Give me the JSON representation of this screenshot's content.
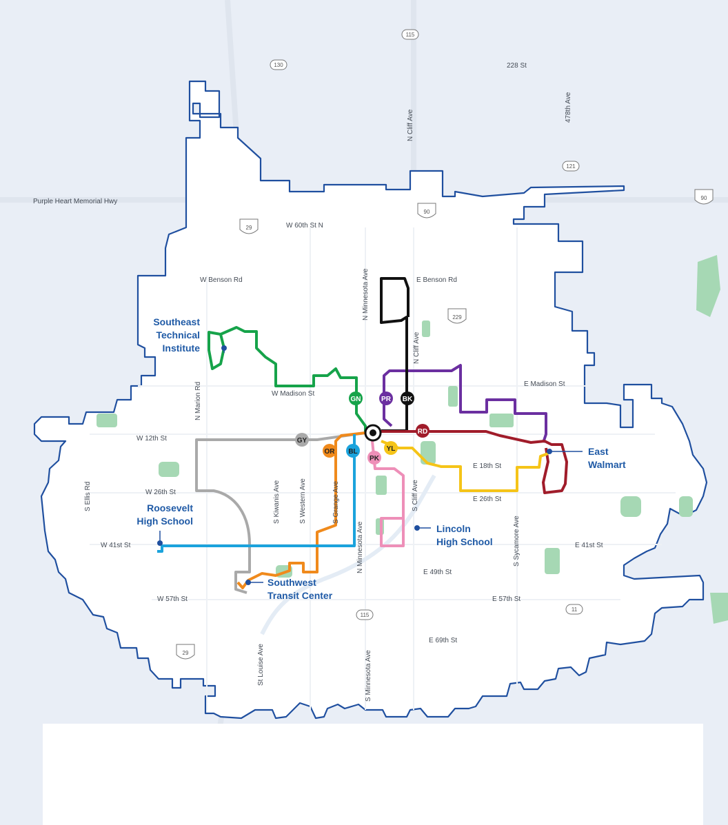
{
  "roads": {
    "purple_heart": "Purple Heart Memorial Hwy",
    "w60": "W 60th St N",
    "w_benson": "W Benson Rd",
    "e_benson": "E Benson Rd",
    "st228": "228 St",
    "ave478": "478th Ave",
    "n_cliff_top": "N Cliff Ave",
    "n_minnesota": "N Minnesota Ave",
    "n_cliff_mid": "N Cliff Ave",
    "n_marion": "N Marion Rd",
    "w_madison": "W Madison St",
    "e_madison": "E Madison St",
    "w12": "W 12th St",
    "e18": "E 18th St",
    "w26": "W 26th St",
    "e26": "E 26th St",
    "s_ellis": "S Ellis Rd",
    "s_kiwanis": "S Kiwanis Ave",
    "s_western": "S Western Ave",
    "s_grange": "S Grange Ave",
    "s_cliff": "S Cliff Ave",
    "s_sycamore": "S Sycamore Ave",
    "w41": "W 41st St",
    "e41": "E 41st St",
    "e49": "E 49th St",
    "w57": "W 57th St",
    "e57": "E 57th St",
    "e69": "E 69th St",
    "st_louise": "St Louise Ave",
    "n_minnesota_mid": "N Minnesota Ave",
    "s_minnesota": "S Minnesota Ave"
  },
  "shields": {
    "s115_top": "115",
    "s130": "130",
    "s121": "121",
    "s90_right": "90",
    "s90_mid": "90",
    "s29_top": "29",
    "s229": "229",
    "s115_bottom": "115",
    "s11": "11",
    "s29_bottom": "29"
  },
  "places": {
    "southeast_tech": [
      "Southeast",
      "Technical",
      "Institute"
    ],
    "east_walmart": [
      "East",
      "Walmart"
    ],
    "roosevelt": [
      "Roosevelt",
      "High School"
    ],
    "lincoln": [
      "Lincoln",
      "High School"
    ],
    "southwest": [
      "Southwest",
      "Transit Center"
    ]
  },
  "routes": {
    "GN": {
      "label": "GN",
      "color": "#16a34a"
    },
    "PR": {
      "label": "PR",
      "color": "#6b2fa0"
    },
    "BK": {
      "label": "BK",
      "color": "#111111"
    },
    "GY": {
      "label": "GY",
      "color": "#a9a9a9"
    },
    "RD": {
      "label": "RD",
      "color": "#a01c2a"
    },
    "OR": {
      "label": "OR",
      "color": "#f08a1c"
    },
    "BL": {
      "label": "BL",
      "color": "#1ba3dc"
    },
    "YL": {
      "label": "YL",
      "color": "#f5c418"
    },
    "PK": {
      "label": "PK",
      "color": "#ee8fb8"
    }
  },
  "colors": {
    "boundary": "#1f4f9f",
    "park": "#a6d8b4",
    "background": "#e9eef6",
    "city_fill": "#ffffff"
  }
}
